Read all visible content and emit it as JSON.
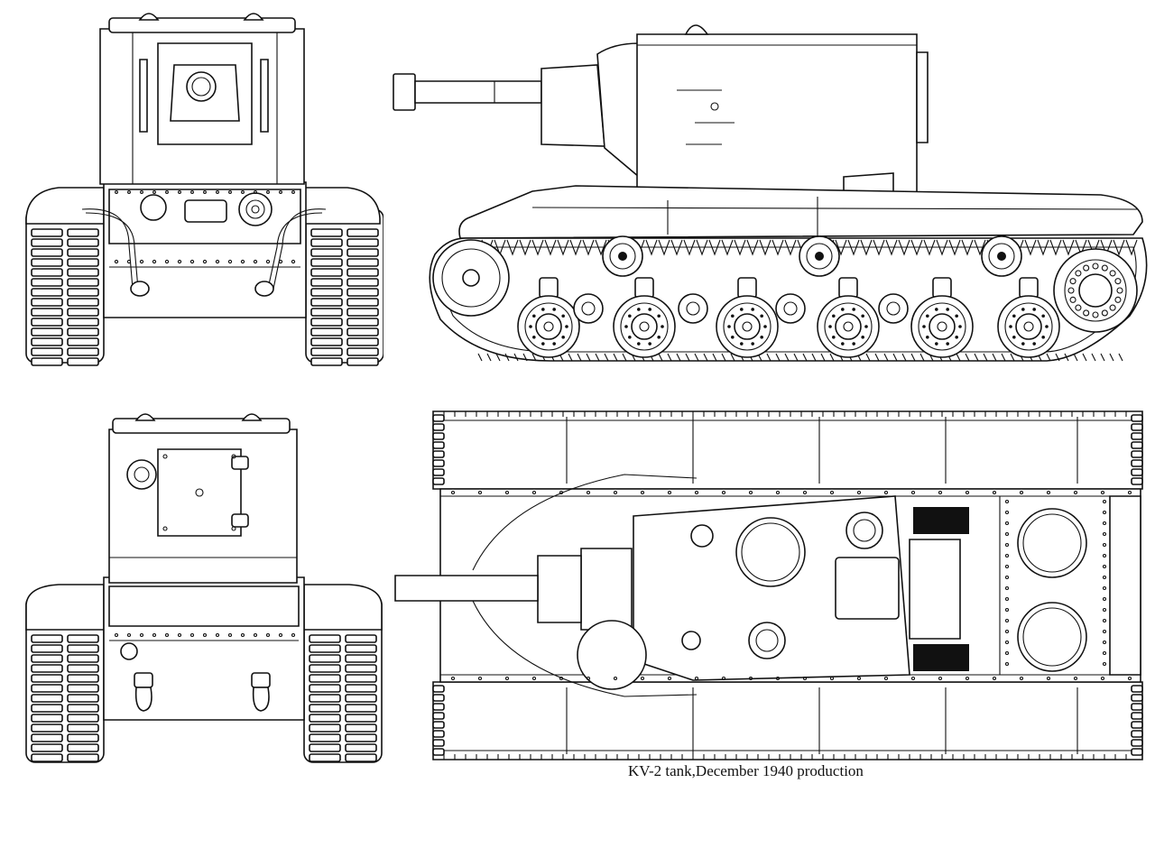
{
  "caption": "KV-2 tank,December 1940 production",
  "views": [
    "front-view",
    "side-view",
    "rear-view",
    "top-view"
  ],
  "colors": {
    "line": "#111111",
    "background": "#ffffff"
  }
}
